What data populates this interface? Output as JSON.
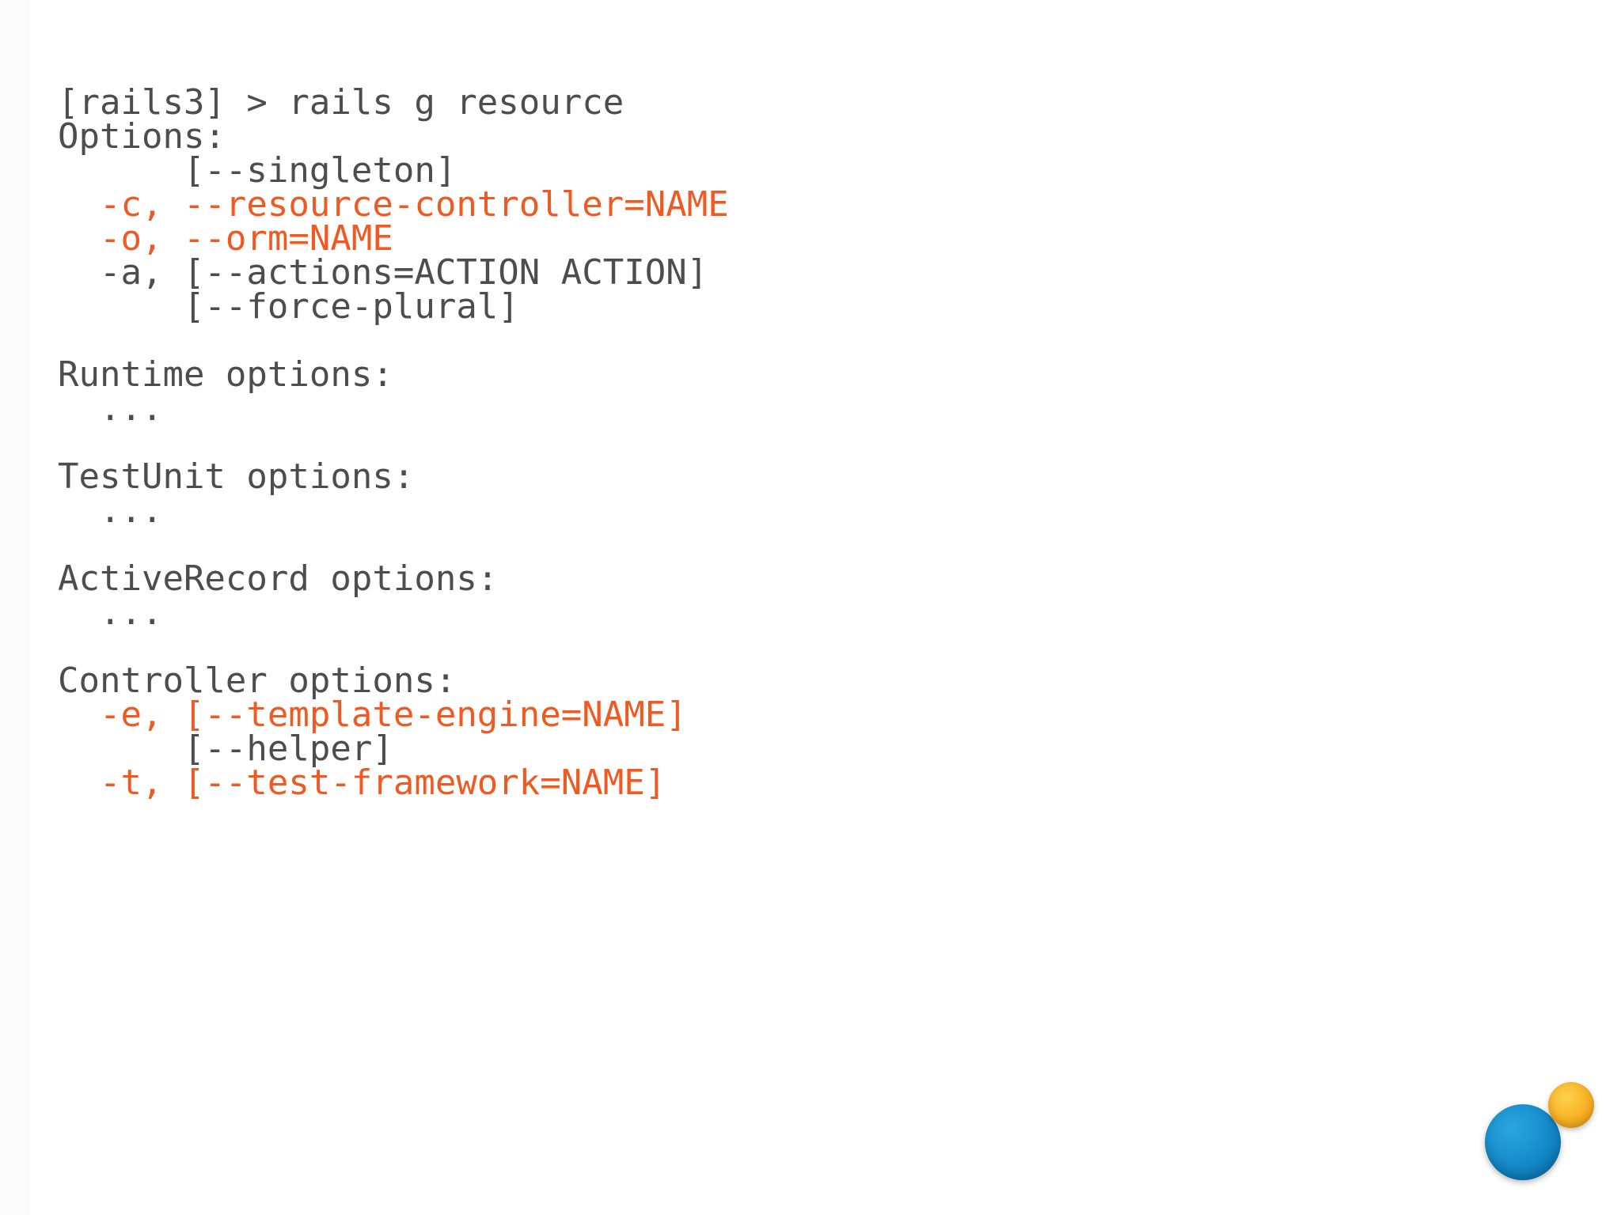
{
  "slide": {
    "background_color": "#ffffff",
    "text_color": "#4d4d4d",
    "accent_color": "#f05a22"
  },
  "terminal": {
    "prompt_line": "[rails3] > rails g resource",
    "lines": [
      {
        "text": "[rails3] > rails g resource",
        "accent": false
      },
      {
        "text": "Options:",
        "accent": false
      },
      {
        "text": "      [--singleton]",
        "accent": false
      },
      {
        "text": "  -c, --resource-controller=NAME",
        "accent": true
      },
      {
        "text": "  -o, --orm=NAME",
        "accent": true
      },
      {
        "text": "  -a, [--actions=ACTION ACTION]",
        "accent": false
      },
      {
        "text": "      [--force-plural]",
        "accent": false
      },
      {
        "text": "",
        "accent": false
      },
      {
        "text": "Runtime options:",
        "accent": false
      },
      {
        "text": "  ...",
        "accent": false
      },
      {
        "text": "",
        "accent": false
      },
      {
        "text": "TestUnit options:",
        "accent": false
      },
      {
        "text": "  ...",
        "accent": false
      },
      {
        "text": "",
        "accent": false
      },
      {
        "text": "ActiveRecord options:",
        "accent": false
      },
      {
        "text": "  ...",
        "accent": false
      },
      {
        "text": "",
        "accent": false
      },
      {
        "text": "Controller options:",
        "accent": false
      },
      {
        "text": "  -e, [--template-engine=NAME]",
        "accent": true
      },
      {
        "text": "      [--helper]",
        "accent": false
      },
      {
        "text": "  -t, [--test-framework=NAME]",
        "accent": true
      }
    ],
    "sections": [
      {
        "heading": "Options:",
        "entries": [
          "[--singleton]",
          "-c, --resource-controller=NAME",
          "-o, --orm=NAME",
          "-a, [--actions=ACTION ACTION]",
          "[--force-plural]"
        ]
      },
      {
        "heading": "Runtime options:",
        "entries": [
          "..."
        ]
      },
      {
        "heading": "TestUnit options:",
        "entries": [
          "..."
        ]
      },
      {
        "heading": "ActiveRecord options:",
        "entries": [
          "..."
        ]
      },
      {
        "heading": "Controller options:",
        "entries": [
          "-e, [--template-engine=NAME]",
          "[--helper]",
          "-t, [--test-framework=NAME]"
        ]
      }
    ]
  },
  "decoration": {
    "bubble_blue_color": "#0f7fbe",
    "bubble_orange_color": "#f0a41c"
  }
}
